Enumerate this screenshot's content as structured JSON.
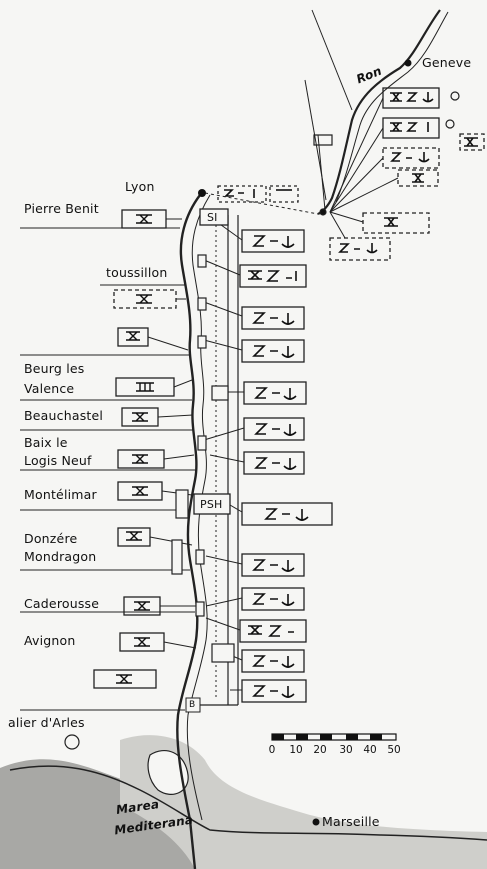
{
  "places": {
    "lyon": "Lyon",
    "geneve": "Geneve",
    "ron": "Ron",
    "pierre_benite": "Pierre Benit",
    "roussillon": "toussillon",
    "beurg_les_valence_1": "Beurg les",
    "beurg_les_valence_2": "Valence",
    "beauchastel": "Beauchastel",
    "baix_1": "Baix le",
    "baix_2": "Logis Neuf",
    "montelimar": "Montélimar",
    "donzere_1": "Donzére",
    "donzere_2": "Mondragon",
    "caderousse": "Caderousse",
    "avignon": "Avignon",
    "palier_arles": "alier d'Arles",
    "marseille": "Marseille",
    "sea_1": "Marea",
    "sea_2": "Mediterana"
  },
  "box_labels": {
    "si": "SI",
    "psh": "PSH",
    "b": "B"
  },
  "scale": {
    "ticks": [
      "0",
      "10",
      "20",
      "30",
      "40",
      "50"
    ]
  }
}
